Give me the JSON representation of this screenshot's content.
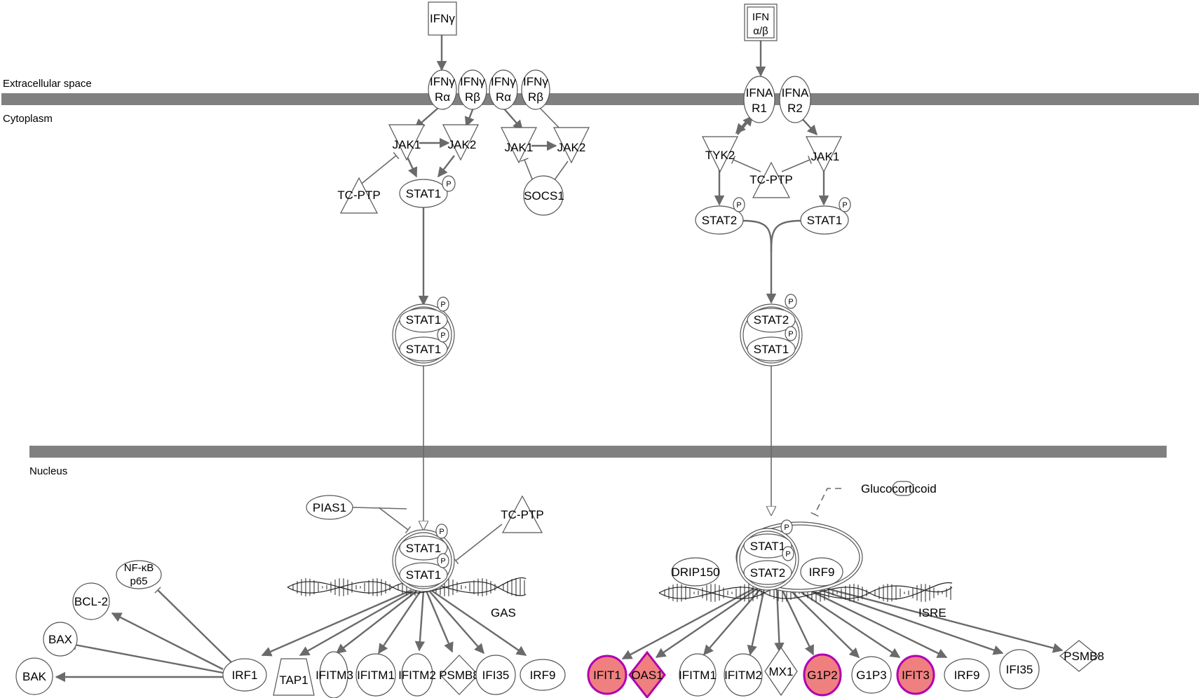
{
  "compartments": {
    "extracellular": "Extracellular space",
    "cytoplasm": "Cytoplasm",
    "nucleus": "Nucleus"
  },
  "ligands": {
    "ifng": "IFNγ",
    "ifnab_line1": "IFN",
    "ifnab_line2": "α/β",
    "glucocorticoid": "Glucocorticoid"
  },
  "receptors": {
    "ifngr_a_line1": "IFNγ",
    "ifngr_a_line2": "Rα",
    "ifngr_b_line1": "IFNγ",
    "ifngr_b_line2": "Rβ",
    "ifnar1_line1": "IFNA",
    "ifnar1_line2": "R1",
    "ifnar2_line1": "IFNA",
    "ifnar2_line2": "R2"
  },
  "kinases": {
    "jak1": "JAK1",
    "jak2": "JAK2",
    "tyk2": "TYK2"
  },
  "regulators": {
    "tcptp": "TC-PTP",
    "socs1": "SOCS1",
    "pias1": "PIAS1",
    "drip150": "DRIP150",
    "irf9": "IRF9"
  },
  "stats": {
    "stat1": "STAT1",
    "stat2": "STAT2",
    "phospho": "P"
  },
  "elements": {
    "gas": "GAS",
    "isre": "ISRE"
  },
  "left_targets": {
    "irf1": "IRF1",
    "bcl2": "BCL-2",
    "bax": "BAX",
    "bak": "BAK",
    "nfkb_line1": "NF-κB",
    "nfkb_line2": "p65",
    "tap1": "TAP1",
    "ifitm3": "IFITM3",
    "ifitm1": "IFITM1",
    "ifitm2": "IFITM2",
    "psmb8": "PSMB8",
    "ifi35": "IFI35",
    "irf9": "IRF9"
  },
  "right_targets": {
    "ifit1": "IFIT1",
    "oas1": "OAS1",
    "ifitm1": "IFITM1",
    "ifitm2": "IFITM2",
    "mx1": "MX1",
    "g1p2": "G1P2",
    "g1p3": "G1P3",
    "ifit3": "IFIT3",
    "irf9": "IRF9",
    "ifi35": "IFI35",
    "psmb8": "PSMB8"
  },
  "colors": {
    "membrane": "#808080",
    "edge": "#6a6a6a",
    "highlight_fill": "#f08080",
    "highlight_stroke": "#b000b0"
  }
}
